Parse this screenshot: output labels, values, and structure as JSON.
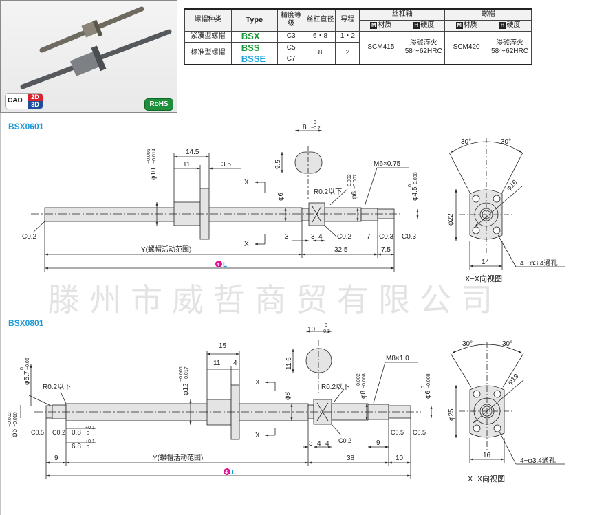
{
  "product_panel": {
    "cad_label": "CAD",
    "cad_2d": "2D",
    "cad_3d": "3D",
    "rohs": "RoHS"
  },
  "table": {
    "h_type_kind": "螺帽种类",
    "h_type": "Type",
    "h_grade": "精度等级",
    "h_dia": "丝杠直径",
    "h_lead": "导程",
    "h_shaft": "丝杠轴",
    "h_nut": "螺帽",
    "m_icon": "M",
    "h_icon": "H",
    "h_material": "材质",
    "h_hardness": "硬度",
    "rows": [
      {
        "kind": "紧凑型螺帽",
        "type": "BSX",
        "grade": "C3",
        "dia": "6・8",
        "lead": "1・2"
      },
      {
        "kind": "标准型螺帽",
        "type": "BSS",
        "grade": "C5",
        "dia": "8",
        "lead": "2"
      },
      {
        "type": "BSSE",
        "grade": "C7"
      }
    ],
    "shaft_material": "SCM415",
    "shaft_hardness_1": "渗碳淬火",
    "shaft_hardness_2": "58〜62HRC",
    "nut_material": "SCM420",
    "nut_hardness_1": "渗碳淬火",
    "nut_hardness_2": "58〜62HRC"
  },
  "watermark": "滕州市威哲商贸有限公司",
  "drawings": [
    {
      "title": "BSX0601",
      "d145": "14.5",
      "d11": "11",
      "d35": "3.5",
      "phi10": "φ10",
      "phi10_u": "−0.005",
      "phi10_l": "−0.014",
      "x": "X",
      "phi6": "φ6",
      "w8": "8",
      "w8_u": "0",
      "w8_l": "−0.2",
      "h95": "9.5",
      "r02": "R0.2以下",
      "phi6b": "φ6",
      "phi6b_u": "−0.002",
      "phi6b_l": "−0.007",
      "thread": "M6×0.75",
      "phi45": "φ4.5",
      "phi45_u": "0",
      "phi45_l": "−0.008",
      "c02l": "C0.2",
      "d3": "3",
      "d3b": "3",
      "d4": "4",
      "c02": "C0.2",
      "d7": "7",
      "c03a": "C0.3",
      "c03b": "C0.3",
      "y": "Y(螺帽活动范围)",
      "d325": "32.5",
      "d75": "7.5",
      "badge": "4",
      "l": "L",
      "a30l": "30°",
      "a30r": "30°",
      "phi16": "φ16",
      "phi22": "φ22",
      "d14": "14",
      "holes": "4− φ3.4通孔",
      "view": "X−X向视图"
    },
    {
      "title": "BSX0801",
      "d15": "15",
      "d11": "11",
      "d4": "4",
      "phi12": "φ12",
      "phi12_u": "−0.006",
      "phi12_l": "−0.017",
      "x": "X",
      "phi8": "φ8",
      "w10": "10",
      "w10_u": "0",
      "w10_l": "−0.2",
      "h115": "11.5",
      "r02r": "R0.2以下",
      "r02l": "R0.2以下",
      "phi8b": "φ8",
      "phi8b_u": "−0.002",
      "phi8b_l": "−0.008",
      "thread": "M8×1.0",
      "phi6r": "φ6",
      "phi6r_u": "0",
      "phi6r_l": "−0.008",
      "phi57": "φ5.7",
      "phi57_u": "0",
      "phi57_l": "−0.06",
      "phi6l": "φ6",
      "phi6l_u": "−0.002",
      "phi6l_l": "−0.010",
      "c05l": "C0.5",
      "c02l": "C0.2",
      "d08": "0.8",
      "d08_u": "+0.1",
      "d08_l": "0",
      "d68": "6.8",
      "d68_u": "+0.1",
      "d68_l": "0",
      "d9l": "9",
      "y": "Y(螺帽活动范围)",
      "d38": "38",
      "d10": "10",
      "d3": "3",
      "d4a": "4",
      "d4b": "4",
      "c02r": "C0.2",
      "d9r": "9",
      "c05a": "C0.5",
      "c05b": "C0.5",
      "badge": "4",
      "l": "L",
      "a30l": "30°",
      "a30r": "30°",
      "phi19": "φ19",
      "phi25": "φ25",
      "d16": "16",
      "holes": "4−φ3.4通孔",
      "view": "X−X向视图"
    }
  ]
}
